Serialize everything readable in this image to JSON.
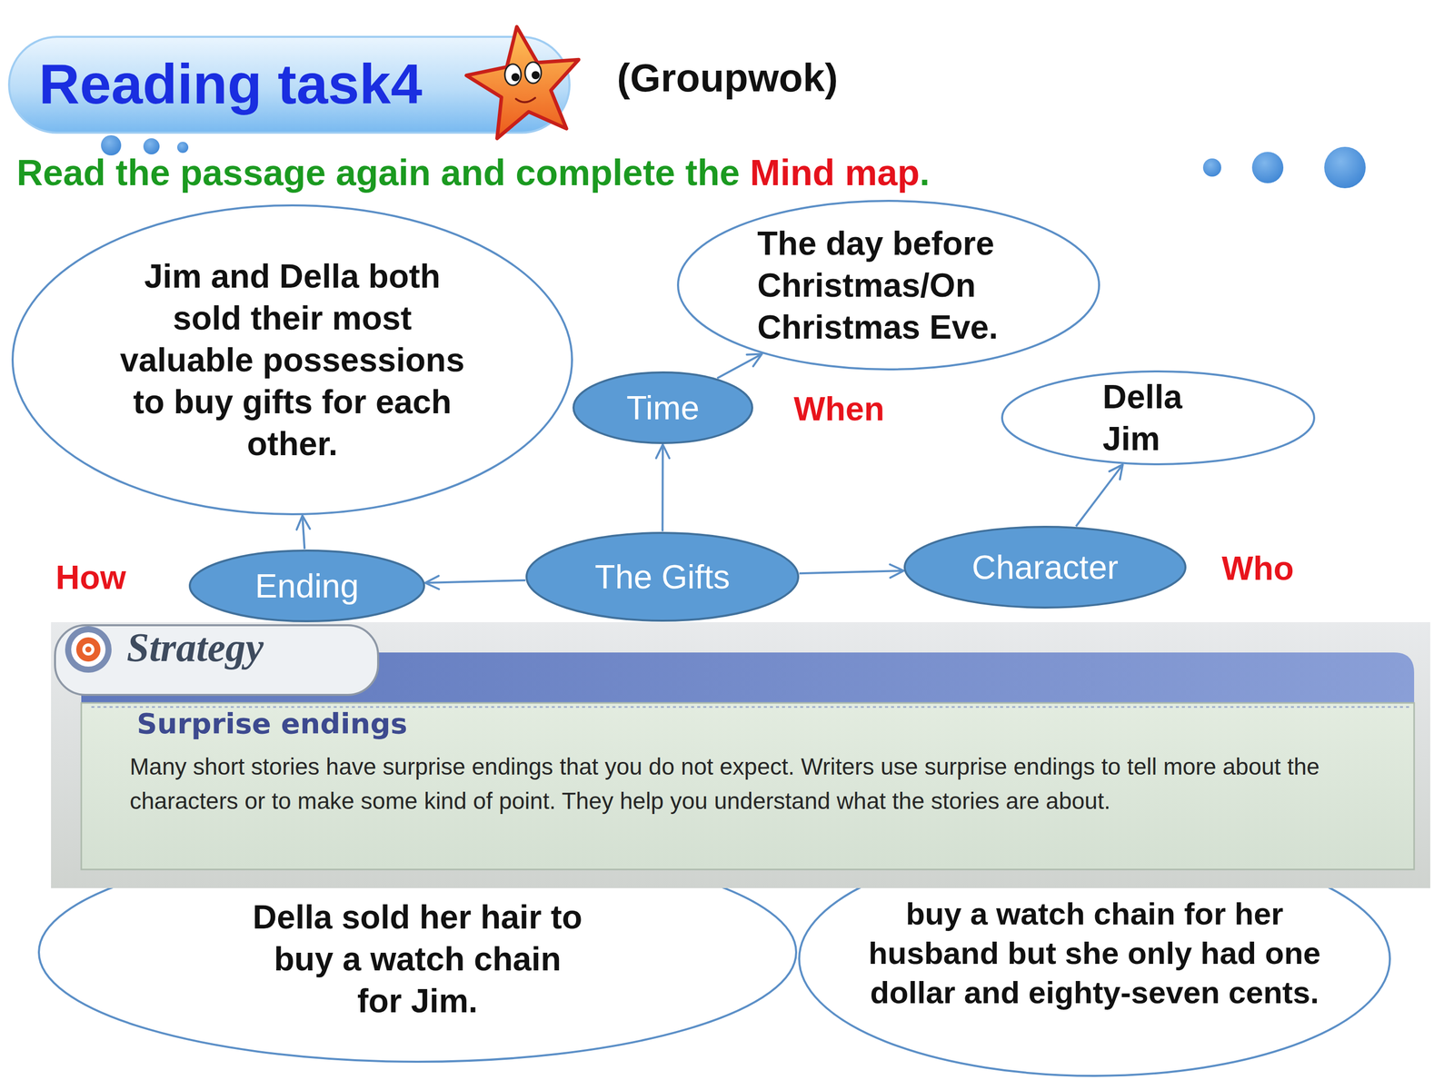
{
  "diagram": {
    "title": "Reading task4",
    "nodes": [
      {
        "text": [
          "Jim and Della both sold their most valuable possessions to buy gifts for each other."
        ]
      },
      {
        "text": [
          "The day before Christmas/On Christmas Eve."
        ]
      },
      {
        "text": [
          "Time"
        ]
      },
      {
        "text": [
          "Della Jim"
        ]
      },
      {
        "text": [
          "Character"
        ]
      },
      {
        "text": [
          "The Gifts"
        ]
      },
      {
        "text": [
          "Ending"
        ]
      },
      {
        "text": [
          "Strategy",
          "Surprise endings",
          "Many short stories have surprise endings that you do not expect. Writers use surprise endings to tell more about the characters or to make some kind of point. They help you understand what the stories are about."
        ]
      },
      {
        "text": [
          "Della sold her hair to buy a watch chain for Jim."
        ]
      },
      {
        "text": [
          "buy a watch chain for her husband but she only had one dollar and eighty-seven cents."
        ]
      }
    ],
    "edges": [
      {
        "from": 5,
        "to": 2,
        "arrow": "to"
      },
      {
        "from": 2,
        "to": 1,
        "arrow": "to"
      },
      {
        "from": 5,
        "to": 4,
        "arrow": "to"
      },
      {
        "from": 4,
        "to": 3,
        "arrow": "to"
      },
      {
        "from": 5,
        "to": 6,
        "arrow": "to"
      },
      {
        "from": 6,
        "to": 0,
        "arrow": "to"
      }
    ],
    "labels": [
      "(Groupwok)",
      "Read the passage again and complete the",
      "Mind map",
      ".",
      "When",
      "Who",
      "How"
    ]
  }
}
